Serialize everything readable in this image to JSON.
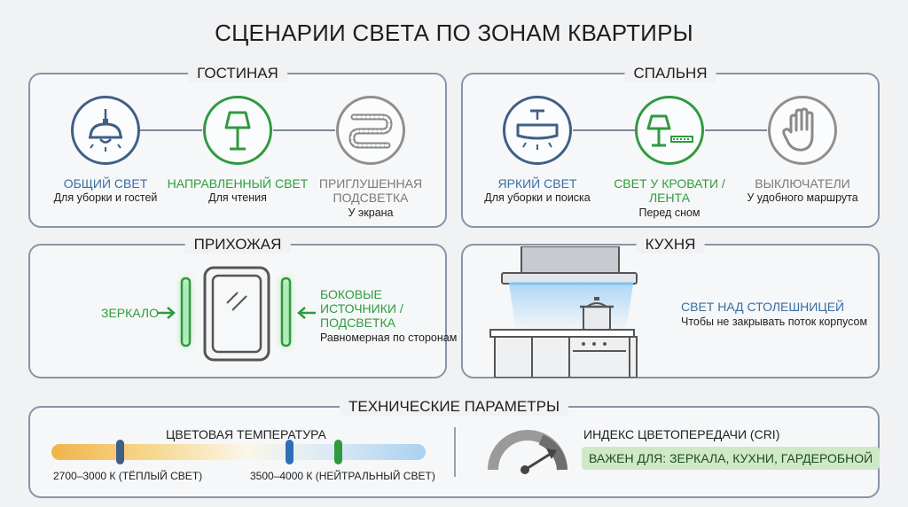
{
  "title": "СЦЕНАРИИ СВЕТА ПО ЗОНАМ КВАРТИРЫ",
  "living": {
    "label": "ГОСТИНАЯ",
    "items": [
      {
        "title": "ОБЩИЙ СВЕТ",
        "sub": "Для уборки и гостей",
        "icon": "pendant-lamp-icon",
        "color": "#3a6ea5"
      },
      {
        "title": "НАПРАВЛЕННЫЙ СВЕТ",
        "sub": "Для чтения",
        "icon": "floor-lamp-icon",
        "color": "#2e9d3e"
      },
      {
        "title_line1": "ПРИГЛУШЕННАЯ",
        "title_line2": "ПОДСВЕТКА",
        "sub": "У экрана",
        "icon": "led-strip-icon",
        "color": "#7a7a7a"
      }
    ]
  },
  "bedroom": {
    "label": "СПАЛЬНЯ",
    "items": [
      {
        "title": "ЯРКИЙ СВЕТ",
        "sub": "Для уборки и поиска",
        "icon": "ceiling-lamp-icon",
        "color": "#3a6ea5"
      },
      {
        "title_line1": "СВЕТ У КРОВАТИ /",
        "title_line2": "ЛЕНТА",
        "sub": "Перед сном",
        "icon": "bedside-lamp-icon",
        "color": "#2e9d3e"
      },
      {
        "title": "ВЫКЛЮЧАТЕЛИ",
        "sub": "У удобного маршрута",
        "icon": "hand-switch-icon",
        "color": "#7a7a7a"
      }
    ]
  },
  "hallway": {
    "label": "ПРИХОЖАЯ",
    "mirror_label": "ЗЕРКАЛО",
    "side_title_1": "БОКОВЫЕ",
    "side_title_2": "ИСТОЧНИКИ /",
    "side_title_3": "ПОДСВЕТКА",
    "side_sub": "Равномерная по сторонам"
  },
  "kitchen": {
    "label": "КУХНЯ",
    "title": "СВЕТ НАД СТОЛЕШНИЦЕЙ",
    "sub": "Чтобы не закрывать поток корпусом"
  },
  "tech": {
    "label": "ТЕХНИЧЕСКИЕ ПАРАМЕТРЫ",
    "temp_title": "ЦВЕТОВАЯ ТЕМПЕРАТУРА",
    "temp_warm": "2700–3000 К (ТЁПЛЫЙ СВЕТ)",
    "temp_neutral": "3500–4000 К (НЕЙТРАЛЬНЫЙ СВЕТ)",
    "cri_title": "ИНДЕКС ЦВЕТОПЕРЕДАЧИ (CRI)",
    "cri_note": "ВАЖЕН ДЛЯ: ЗЕРКАЛА, КУХНИ, ГАРДЕРОБНОЙ"
  },
  "colors": {
    "blue": "#3f5f86",
    "green": "#2f9a3e",
    "gray": "#8f8f8f",
    "panel_border": "#8795a8"
  }
}
